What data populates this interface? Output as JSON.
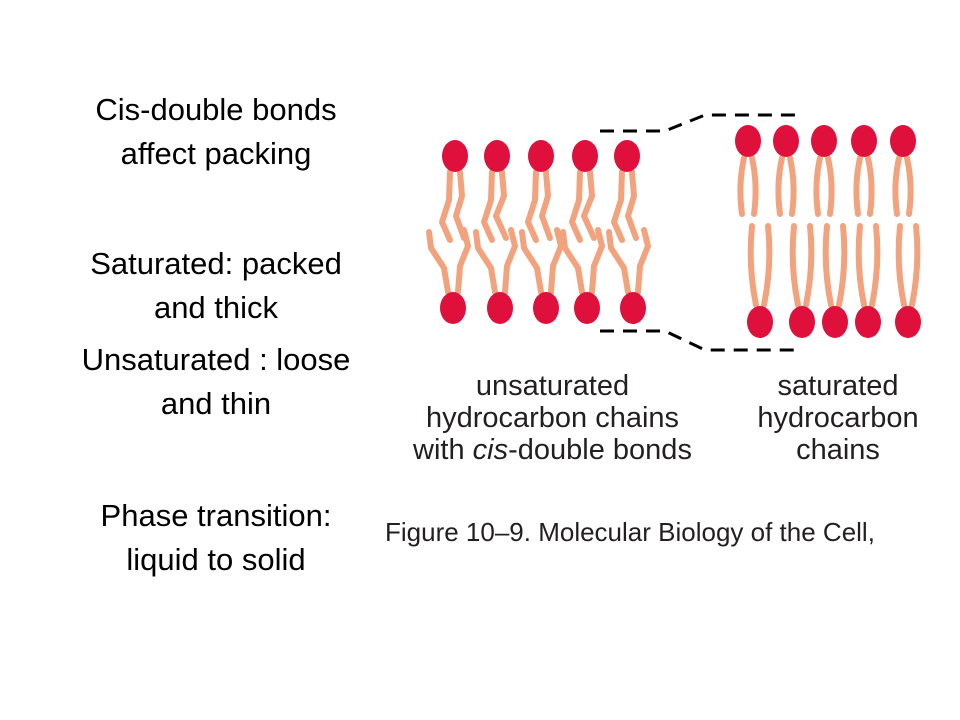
{
  "bullets": [
    {
      "line1": "Cis-double bonds",
      "line2": "affect packing"
    },
    {
      "line1": "Saturated: packed",
      "line2": "and thick"
    },
    {
      "line1": "Unsaturated : loose",
      "line2": "and thin"
    },
    {
      "line1": "Phase transition:",
      "line2": "liquid to solid"
    }
  ],
  "figure": {
    "unsaturated_caption": {
      "line1": "unsaturated",
      "line2": "hydrocarbon chains",
      "line3_pre": "with ",
      "line3_italic": "cis",
      "line3_post": "-double bonds"
    },
    "saturated_caption": {
      "line1": "saturated",
      "line2": "hydrocarbon",
      "line3": "chains"
    },
    "citation": "Figure 10–9. Molecular Biology of the Cell,"
  },
  "colors": {
    "head_group": "#e0103c",
    "tail": "#f2a37e",
    "dashed_line": "#000000",
    "caption_text": "#231f20"
  }
}
